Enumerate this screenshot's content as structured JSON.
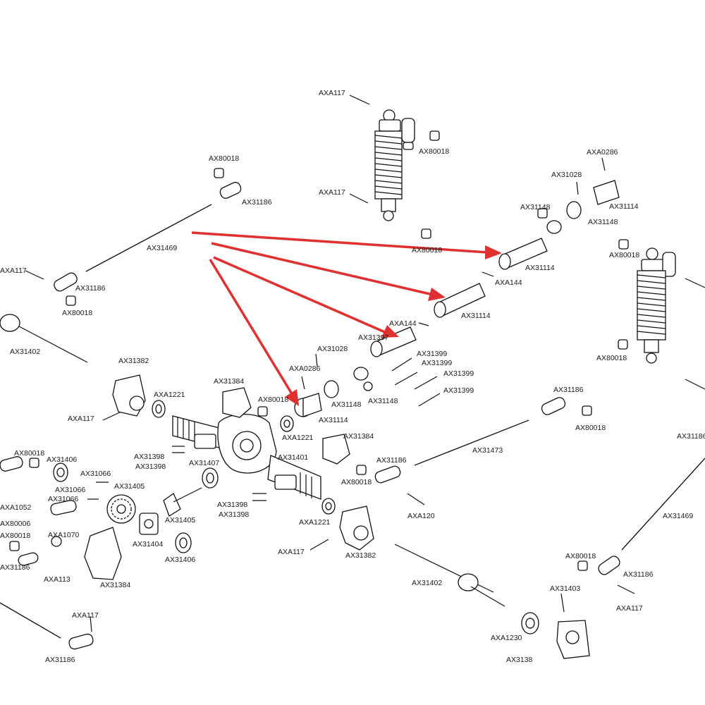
{
  "accent_color": "#e03030",
  "labels": {
    "l01": "AXA117",
    "l02": "AX80018",
    "l03": "AX80018",
    "l04": "AX31186",
    "l05": "AXA117",
    "l06": "AXA0286",
    "l07": "AX31028",
    "l08": "AX31114",
    "l09": "AX31148",
    "l10": "AX31148",
    "l11": "AX80018",
    "l12": "AX31114",
    "l13": "AXA144",
    "l14": "AX31469",
    "l15": "AXA117",
    "l16": "AX31186",
    "l17": "AX80018",
    "l18": "AX31114",
    "l19": "AXA144",
    "l20": "AX31397",
    "l21": "AX31402",
    "l22": "AX31028",
    "l23": "AX31399",
    "l24": "AX31399",
    "l25": "AX31399",
    "l26": "AX31399",
    "l27": "AXA0286",
    "l28": "AX80018",
    "l29": "AX31382",
    "l30": "AX31384",
    "l31": "AX80018",
    "l32": "AX31148",
    "l33": "AX31148",
    "l34": "AXA1221",
    "l35": "AXA117",
    "l36": "AX31114",
    "l37": "AX31186",
    "l38": "AX80018",
    "l39": "AXA1221",
    "l40": "AX31384",
    "l41": "AX80018",
    "l42": "AX31406",
    "l43": "AX31398",
    "l44": "AX31398",
    "l45": "AX31401",
    "l46": "AX31186",
    "l47": "AX31473",
    "l48": "AX31066",
    "l49": "AX31407",
    "l50": "AX31066",
    "l51": "AX31405",
    "l52": "AX31066",
    "l53": "AX80018",
    "l54": "AXA1052",
    "l55": "AX80006",
    "l56": "AXA1070",
    "l57": "AX31398",
    "l58": "AX31398",
    "l59": "AXA120",
    "l60": "AX80018",
    "l61": "AX31405",
    "l62": "AXA1221",
    "l63": "AX31404",
    "l64": "AX31406",
    "l65": "AXA117",
    "l66": "AX31382",
    "l67": "AX31186",
    "l68": "AXA113",
    "l69": "AX31384",
    "l70": "AX31469",
    "l71": "AX31402",
    "l72": "AX80018",
    "l73": "AX31186",
    "l74": "AX31403",
    "l75": "AXA117",
    "l76": "AXA117",
    "l77": "AXA1230",
    "l78": "AX31186",
    "l79": "AX31186",
    "l80": "AX3138",
    "l81": "AX80018"
  }
}
